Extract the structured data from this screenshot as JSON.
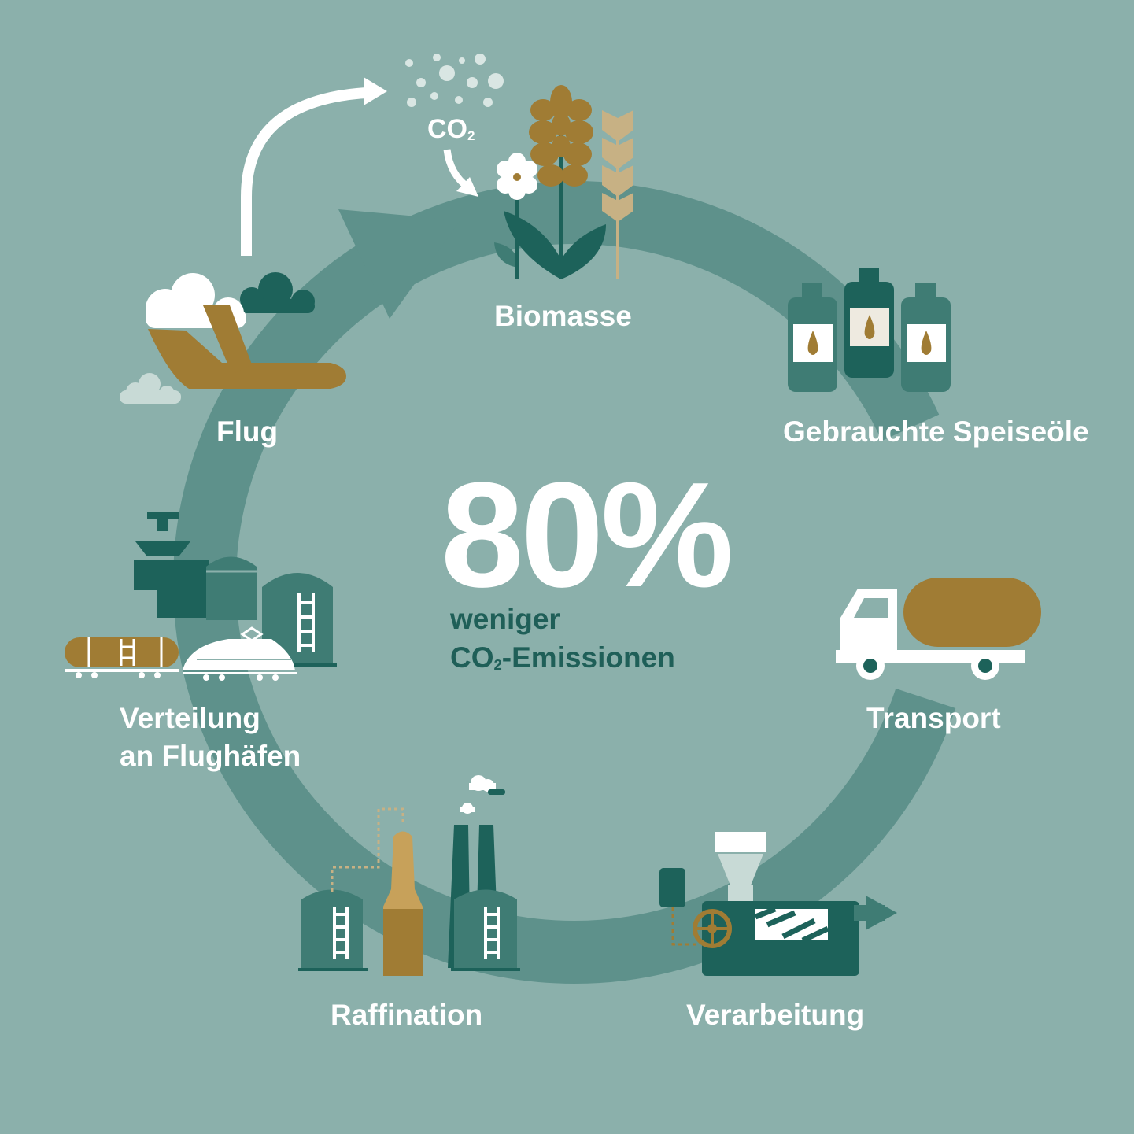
{
  "colors": {
    "background": "#8bb0ab",
    "ring": "#5e918b",
    "dark_green": "#1d625a",
    "mid_green": "#3f7c74",
    "gold": "#a07c34",
    "light_gold": "#c7b184",
    "white": "#ffffff"
  },
  "co2_cloud": {
    "label": "CO",
    "subscript": "2"
  },
  "stages": {
    "biomasse": "Biomasse",
    "oele": "Gebrauchte Speiseöle",
    "transport": "Transport",
    "verarbeitung": "Verarbeitung",
    "raffination": "Raffination",
    "verteilung_line1": "Verteilung",
    "verteilung_line2": "an Flughäfen",
    "flug": "Flug"
  },
  "center": {
    "percent": "80%",
    "line1": "weniger",
    "line2_prefix": "CO",
    "line2_subscript": "2",
    "line2_suffix": "-Emissionen"
  },
  "icons": [
    "co2-bubbles-icon",
    "plant-icon",
    "oil-bottles-icon",
    "tanker-truck-icon",
    "processing-machine-icon",
    "refinery-icon",
    "airport-icon",
    "airplane-icon",
    "cycle-arrow-icon"
  ]
}
